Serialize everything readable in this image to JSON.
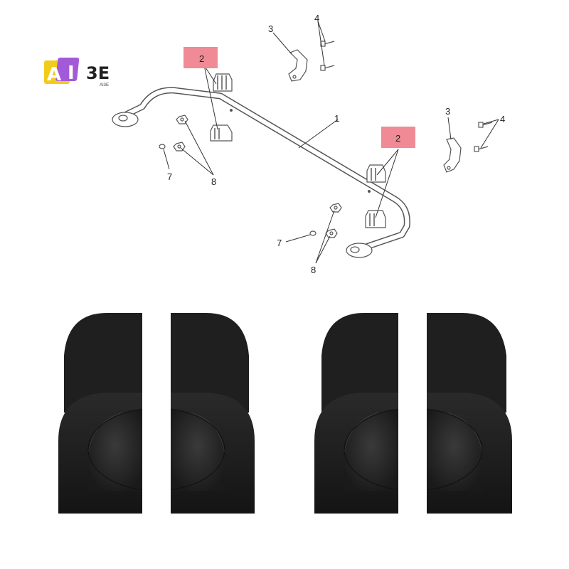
{
  "brand": {
    "logo_letters": [
      "A",
      "I",
      "3E"
    ],
    "logo_caption": "AI3E",
    "colors": {
      "yellow": "#f2cc1c",
      "purple": "#a35ad8",
      "text": "#222222"
    }
  },
  "diagram": {
    "callouts": {
      "bar": "1",
      "bushing_left": "2",
      "bushing_right": "2",
      "bracket_left": "3",
      "bracket_right": "3",
      "bolt_left": "4",
      "bolt_right": "4",
      "stud_left": "7",
      "stud_right": "7",
      "nut_left": "8",
      "nut_right": "8"
    },
    "highlight_color": "#f08a94"
  },
  "product_photo": {
    "part_color": "#1b1b1b",
    "items": [
      "bushing-pair-left",
      "bushing-pair-right"
    ]
  }
}
